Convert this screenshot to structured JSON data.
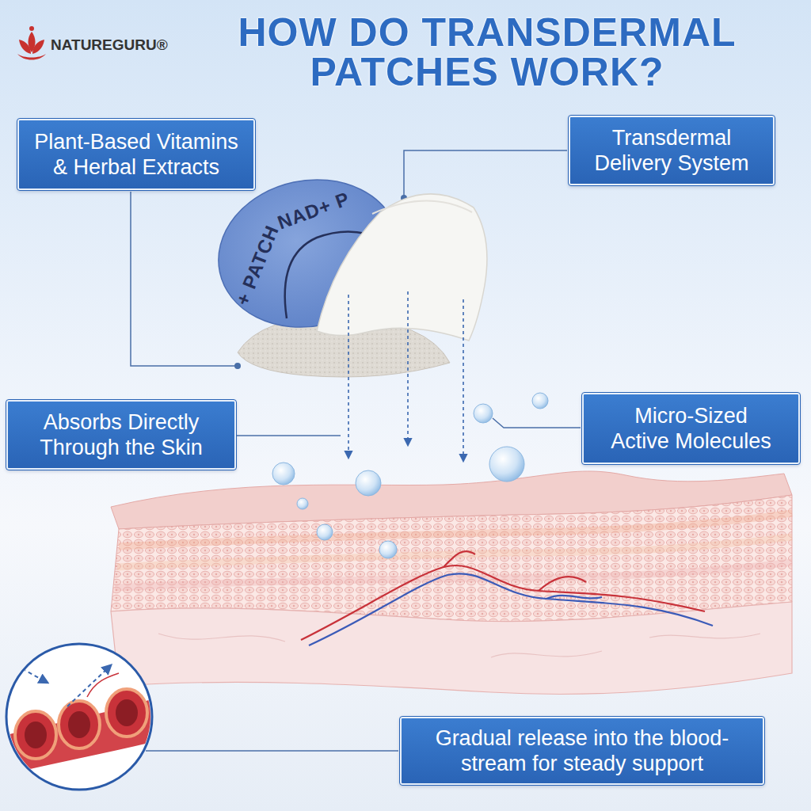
{
  "diagram": {
    "title": "HOW DO TRANSDERMAL PATCHES WORK?",
    "nodes": [
      {
        "text": [
          "Plant-Based Vitamins & Herbal Extracts"
        ]
      },
      {
        "text": [
          "Transdermal Delivery System"
        ]
      },
      {
        "text": [
          "Absorbs Directly Through the Skin"
        ]
      },
      {
        "text": [
          "Micro-Sized Active Molecules"
        ]
      },
      {
        "text": [
          "Gradual release into the blood-stream for steady support"
        ]
      }
    ],
    "labels": [
      "NATUREGURU®",
      "+ PATCH",
      "NAD+ P"
    ]
  }
}
